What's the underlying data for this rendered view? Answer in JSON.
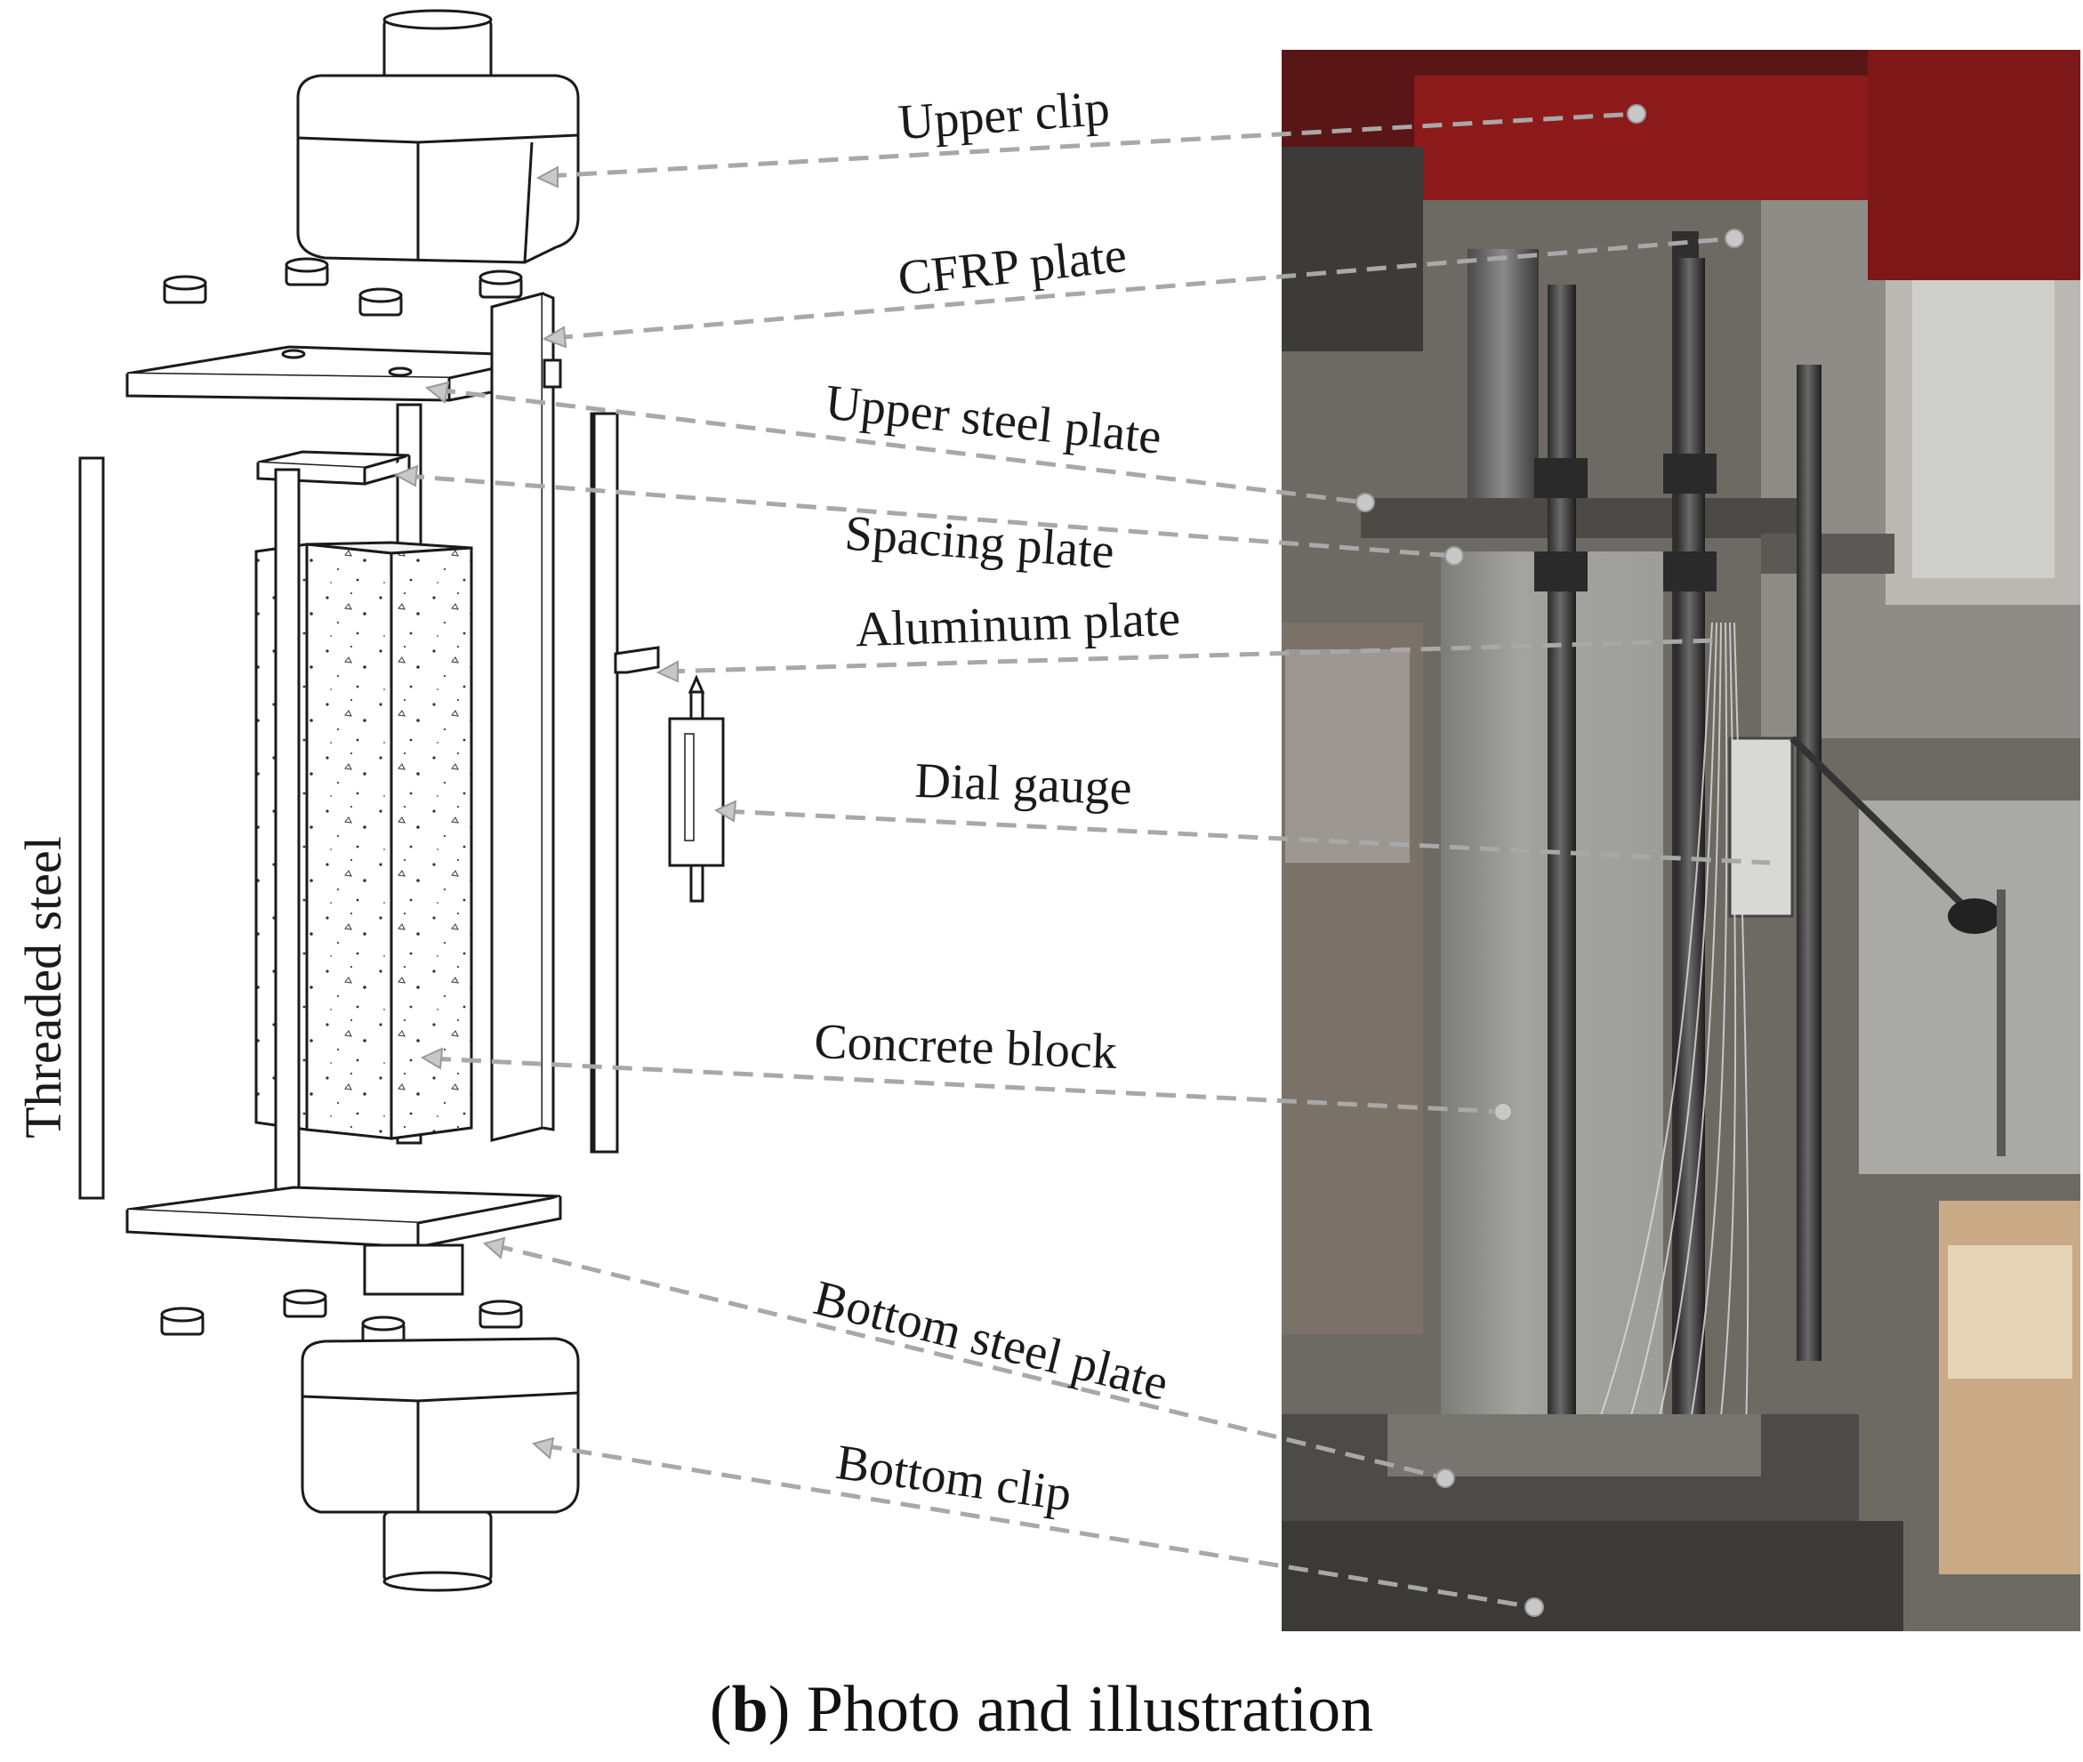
{
  "labels": {
    "upper_clip": "Upper clip",
    "cfrp_plate": "CFRP plate",
    "upper_steel_plate": "Upper steel plate",
    "spacing_plate": "Spacing plate",
    "aluminum_plate": "Aluminum plate",
    "dial_gauge": "Dial gauge",
    "concrete_block": "Concrete block",
    "bottom_steel_plate": "Bottom steel plate",
    "bottom_clip": "Bottom clip",
    "threaded_steel": "Threaded steel"
  },
  "caption": {
    "letter": "b",
    "text": " Photo and illustration"
  },
  "colors": {
    "leader": "#a8a8a8",
    "ink": "#1a1a1a",
    "frame_red": "#8c1a1a",
    "concrete": "#9a9a97"
  }
}
